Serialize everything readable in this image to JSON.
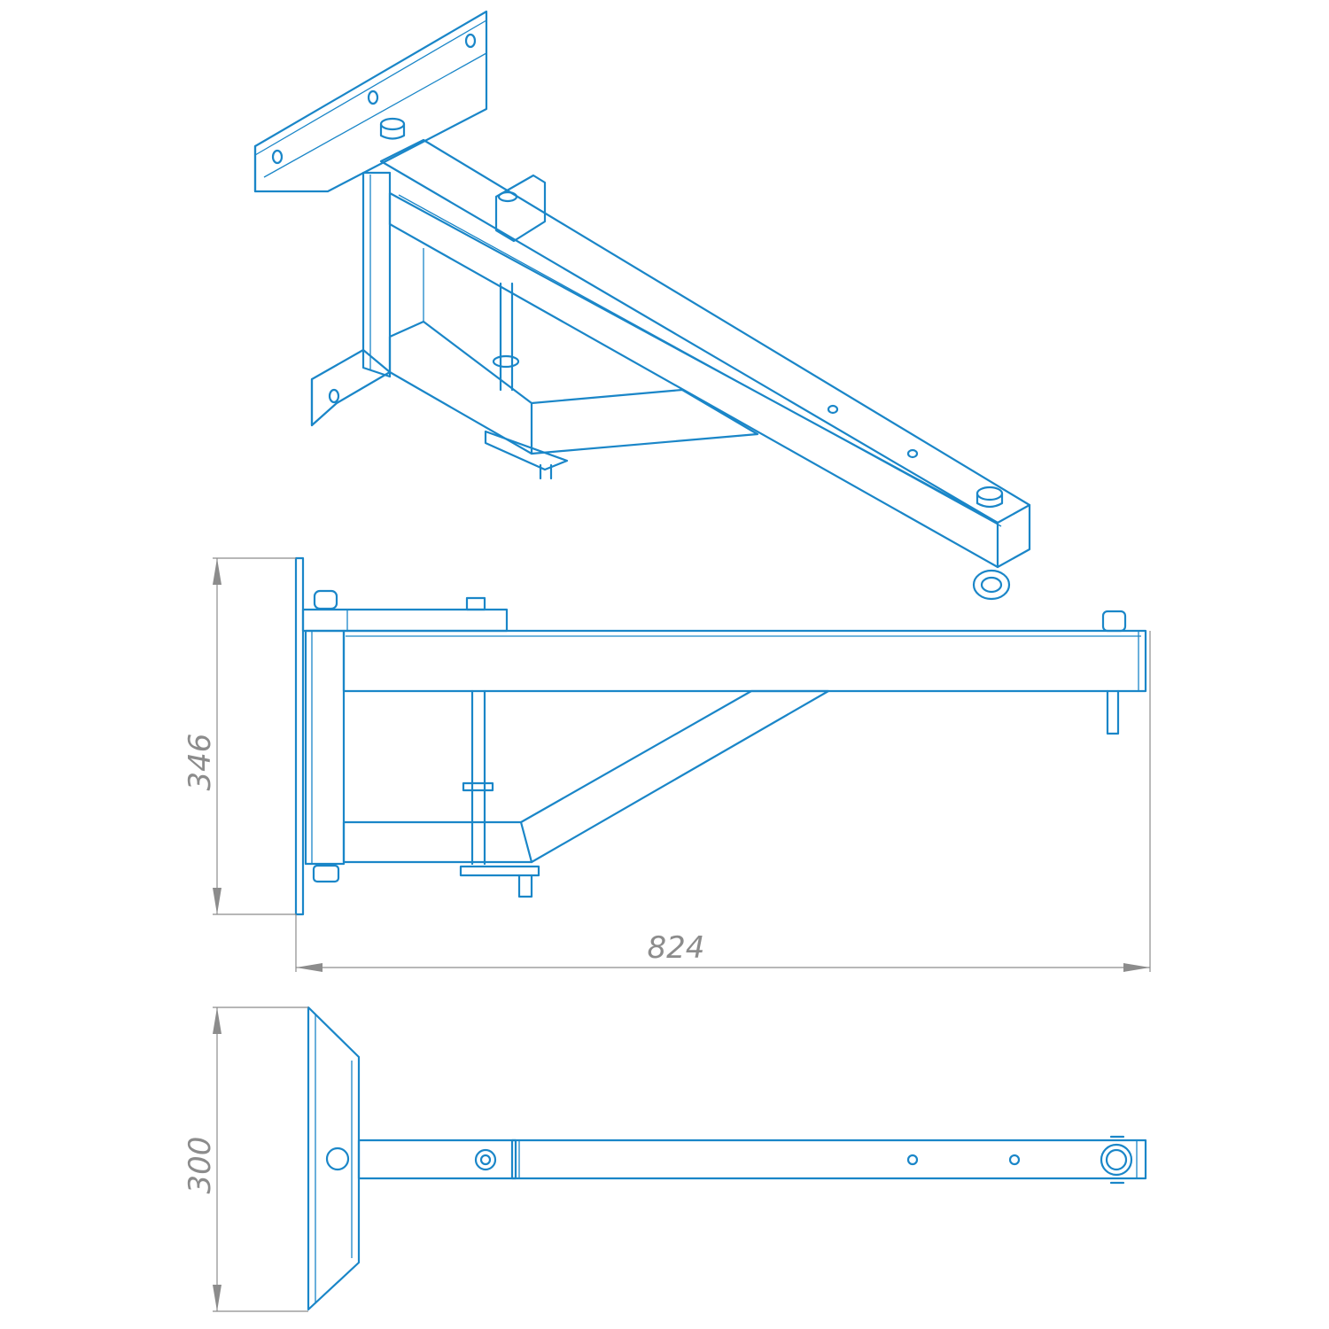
{
  "colors": {
    "line": "#1a86c8",
    "dimension": "#8c8c8c",
    "background": "#ffffff"
  },
  "dimensions": {
    "height": "346",
    "length": "824",
    "width": "300"
  }
}
